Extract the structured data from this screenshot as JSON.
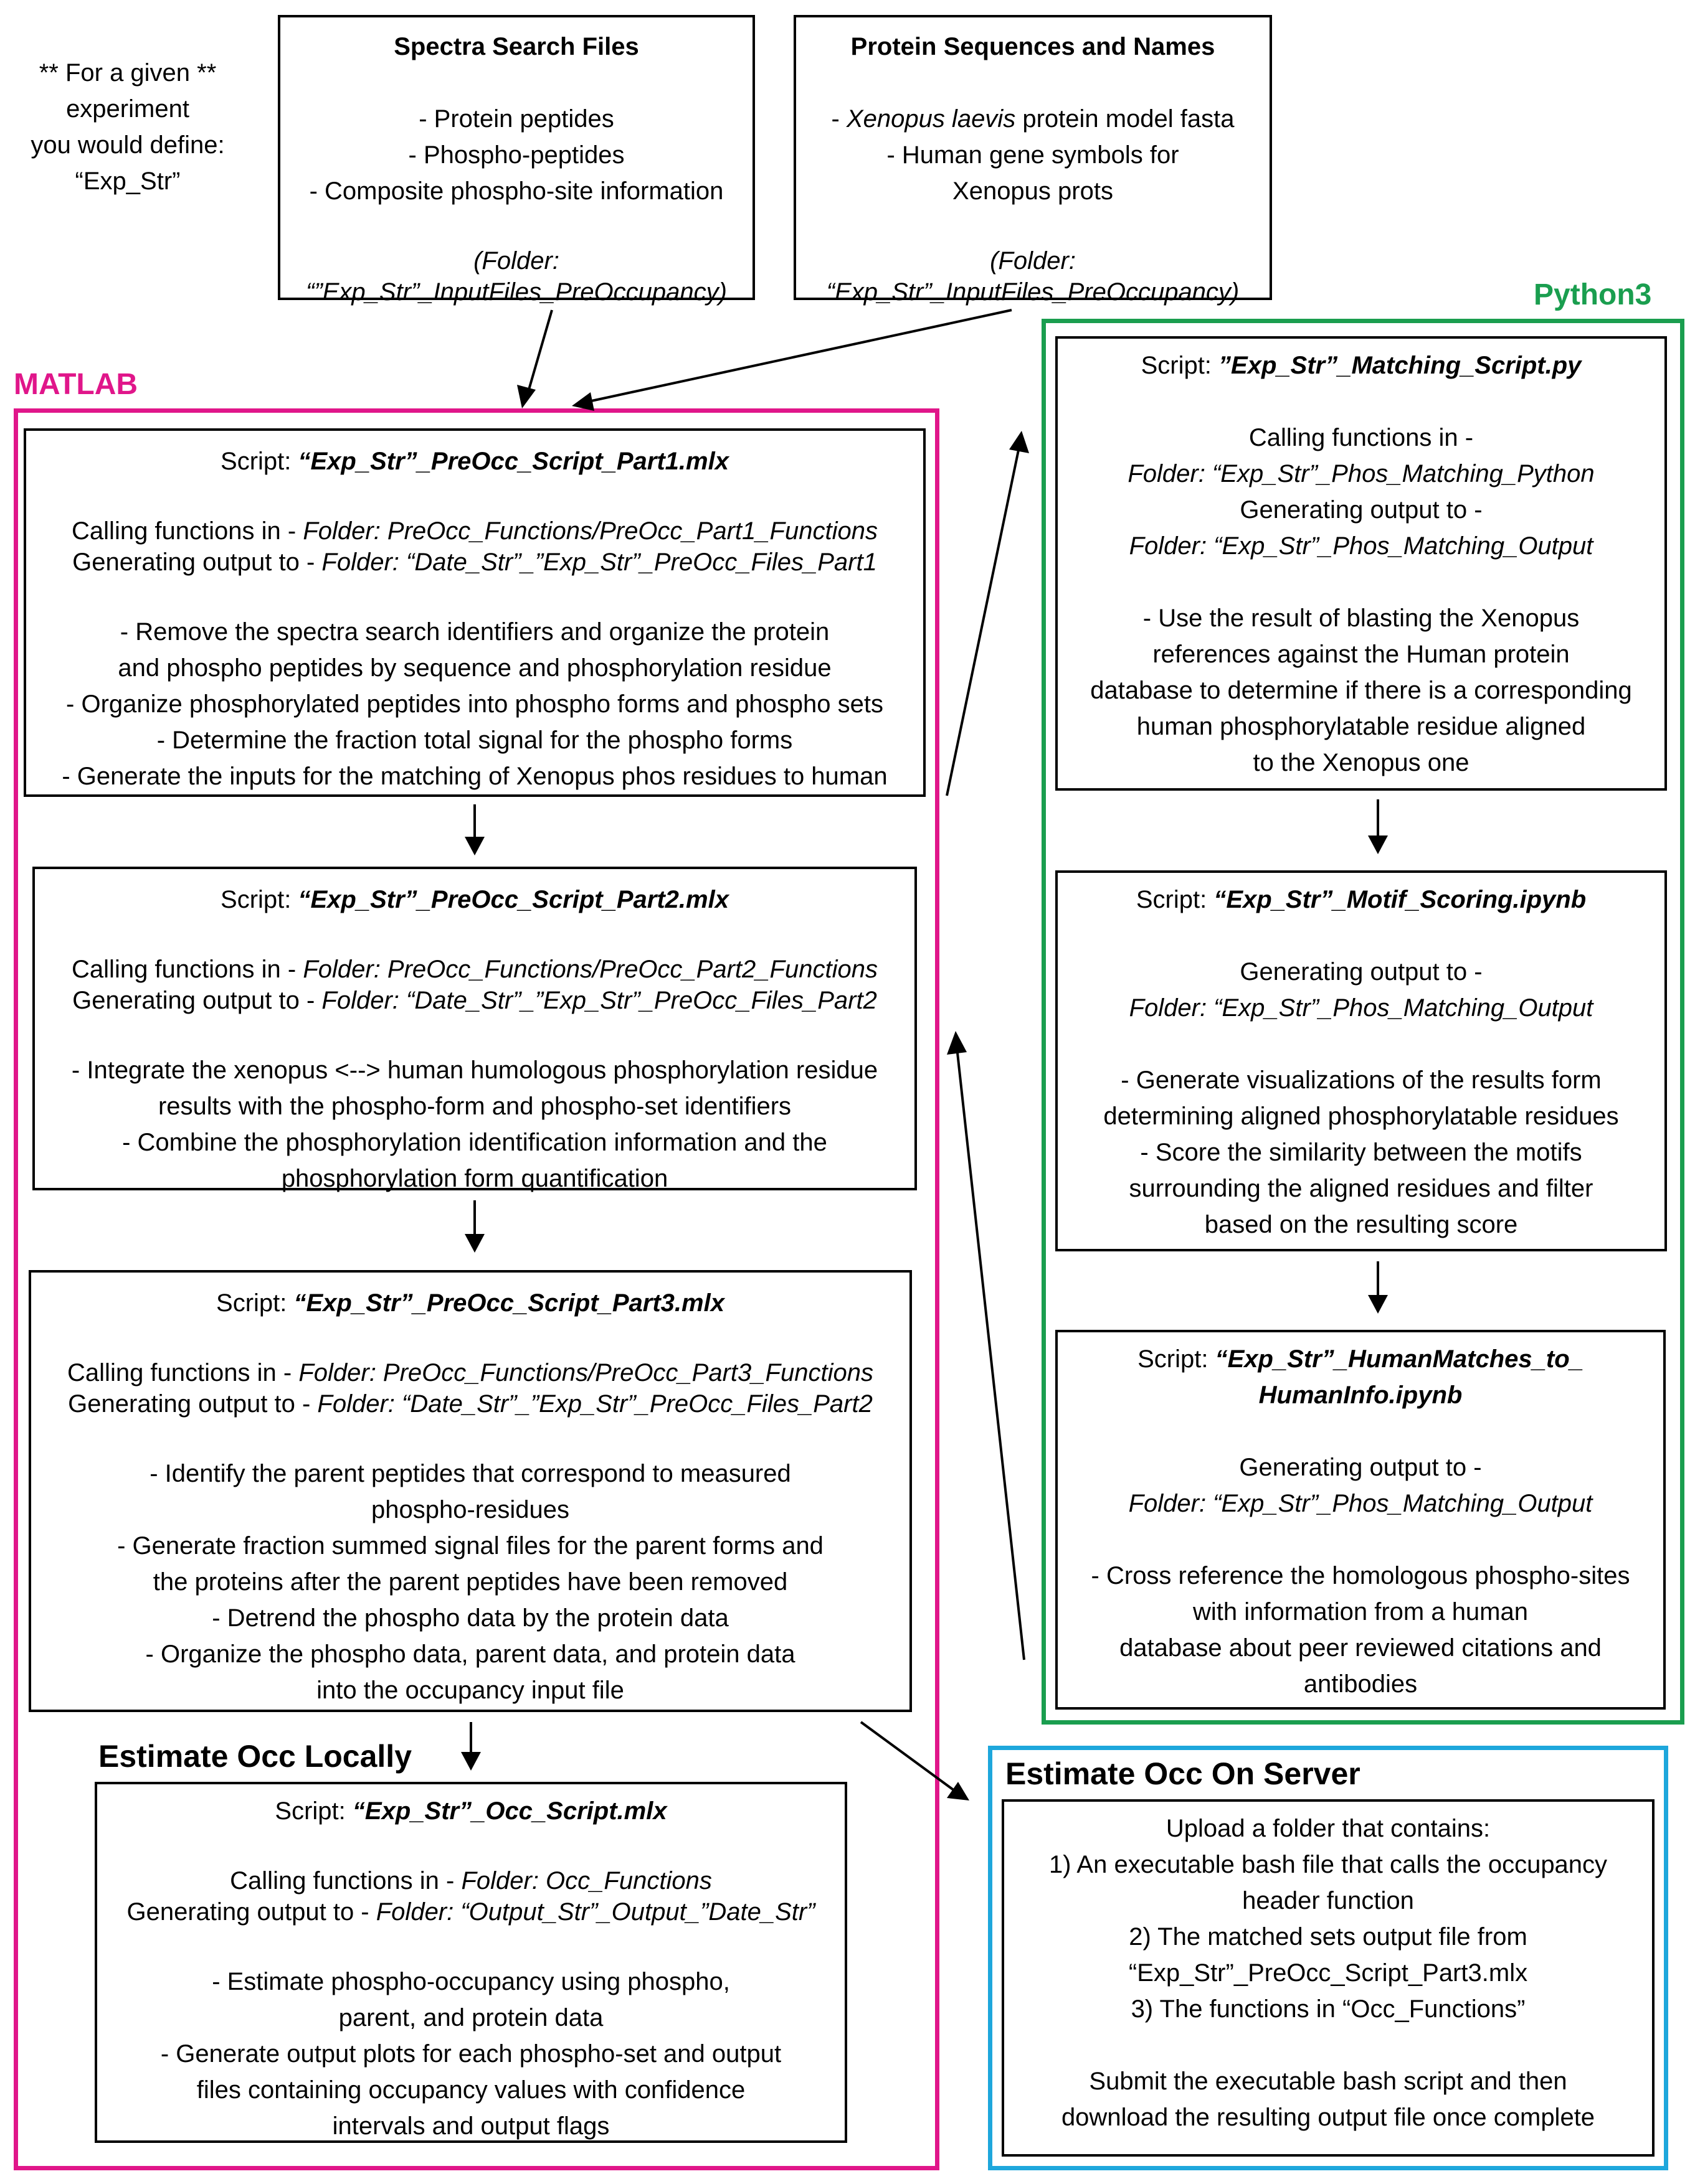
{
  "note": {
    "lines": [
      "** For a given **",
      "experiment",
      "you would define:",
      "“Exp_Str”"
    ]
  },
  "spectra_box": {
    "title": "Spectra Search Files",
    "items": [
      "- Protein peptides",
      "- Phospho-peptides",
      "- Composite phospho-site information"
    ],
    "folder_label": "(Folder:",
    "folder_value": "“”Exp_Str”_InputFiles_PreOccupancy)"
  },
  "protein_box": {
    "title": "Protein Sequences and Names",
    "item1_species": "Xenopus laevis",
    "item1_rest": " protein model fasta",
    "item1_prefix": "- ",
    "item2_line1": "- Human gene symbols for",
    "item2_line2": "Xenopus prots",
    "folder_label": "(Folder:",
    "folder_value": "“Exp_Str”_InputFiles_PreOccupancy)"
  },
  "matlab": {
    "label": "MATLAB",
    "color": "#e0168a",
    "part1": {
      "script_prefix": "Script: ",
      "script_name": "“Exp_Str”_PreOcc_Script_Part1.mlx",
      "calling_prefix": "Calling functions in - ",
      "calling_folder": "Folder: PreOcc_Functions/PreOcc_Part1_Functions",
      "generating_prefix": "Generating output to - ",
      "generating_folder": "Folder: “Date_Str”_”Exp_Str”_PreOcc_Files_Part1",
      "bullets": [
        "- Remove the spectra search identifiers and organize the protein",
        "and phospho peptides by sequence and phosphorylation residue",
        "- Organize phosphorylated peptides into phospho forms and phospho sets",
        "- Determine the fraction total signal for the phospho forms",
        "- Generate the inputs for the matching of Xenopus phos residues to human"
      ]
    },
    "part2": {
      "script_prefix": "Script: ",
      "script_name": "“Exp_Str”_PreOcc_Script_Part2.mlx",
      "calling_prefix": "Calling functions in - ",
      "calling_folder": "Folder: PreOcc_Functions/PreOcc_Part2_Functions",
      "generating_prefix": "Generating output to - ",
      "generating_folder": "Folder: “Date_Str”_”Exp_Str”_PreOcc_Files_Part2",
      "bullets": [
        "- Integrate the xenopus <--> human humologous phosphorylation residue",
        "results with the phospho-form and phospho-set identifiers",
        "- Combine the phosphorylation identification information and the",
        "phosphorylation form quantification"
      ]
    },
    "part3": {
      "script_prefix": "Script: ",
      "script_name": "“Exp_Str”_PreOcc_Script_Part3.mlx",
      "calling_prefix": "Calling functions in - ",
      "calling_folder": "Folder: PreOcc_Functions/PreOcc_Part3_Functions",
      "generating_prefix": "Generating output to - ",
      "generating_folder": "Folder: “Date_Str”_”Exp_Str”_PreOcc_Files_Part2",
      "bullets": [
        "- Identify the parent peptides that correspond to measured",
        "phospho-residues",
        "- Generate fraction summed signal files for the parent forms and",
        "the proteins after the parent peptides have been removed",
        "- Detrend the phospho data by the protein data",
        "- Organize the phospho data, parent data, and protein data",
        "into the occupancy input file"
      ]
    },
    "local_label": "Estimate Occ Locally",
    "occ": {
      "script_prefix": "Script: ",
      "script_name": "“Exp_Str”_Occ_Script.mlx",
      "calling_prefix": "Calling functions in - ",
      "calling_folder": "Folder: Occ_Functions",
      "generating_prefix": "Generating output to - ",
      "generating_folder": "Folder: “Output_Str”_Output_”Date_Str”",
      "bullets": [
        "- Estimate phospho-occupancy using phospho,",
        "parent, and protein data",
        "- Generate output plots for each phospho-set and output",
        "files containing occupancy values with confidence",
        "intervals and output flags"
      ]
    }
  },
  "python": {
    "label": "Python3",
    "color": "#1a9e4f",
    "matching": {
      "script_prefix": "Script: ",
      "script_name": "”Exp_Str”_Matching_Script.py",
      "calling_label": "Calling functions in -",
      "calling_folder": "Folder: “Exp_Str”_Phos_Matching_Python",
      "generating_label": "Generating output to -",
      "generating_folder": "Folder: “Exp_Str”_Phos_Matching_Output",
      "bullets": [
        "- Use the result of blasting the Xenopus",
        "references against the Human protein",
        "database to determine if there is a corresponding",
        "human phosphorylatable residue aligned",
        "to the Xenopus one"
      ]
    },
    "motif": {
      "script_prefix": "Script: ",
      "script_name": "“Exp_Str”_Motif_Scoring.ipynb",
      "generating_label": "Generating output to -",
      "generating_folder": "Folder: “Exp_Str”_Phos_Matching_Output",
      "bullets": [
        "- Generate visualizations of the results form",
        "determining aligned phosphorylatable residues",
        "- Score the similarity between the motifs",
        "surrounding the aligned residues and filter",
        "based on the resulting score"
      ]
    },
    "human": {
      "script_prefix": "Script: ",
      "script_name_line1": "“Exp_Str”_HumanMatches_to_",
      "script_name_line2": "HumanInfo.ipynb",
      "generating_label": "Generating output to -",
      "generating_folder": "Folder: “Exp_Str”_Phos_Matching_Output",
      "bullets": [
        "- Cross reference the homologous phospho-sites",
        "with information from a human",
        "database about peer reviewed citations and",
        "antibodies"
      ]
    }
  },
  "server": {
    "label": "Estimate Occ On Server",
    "color": "#1ea7dc",
    "lines": [
      "Upload a folder that contains:",
      "1) An executable bash file that calls the occupancy",
      "header function",
      "2) The matched sets output file from",
      "“Exp_Str”_PreOcc_Script_Part3.mlx",
      "3) The functions in “Occ_Functions”",
      "",
      "Submit the executable bash script and then",
      "download the resulting output file once complete"
    ]
  }
}
